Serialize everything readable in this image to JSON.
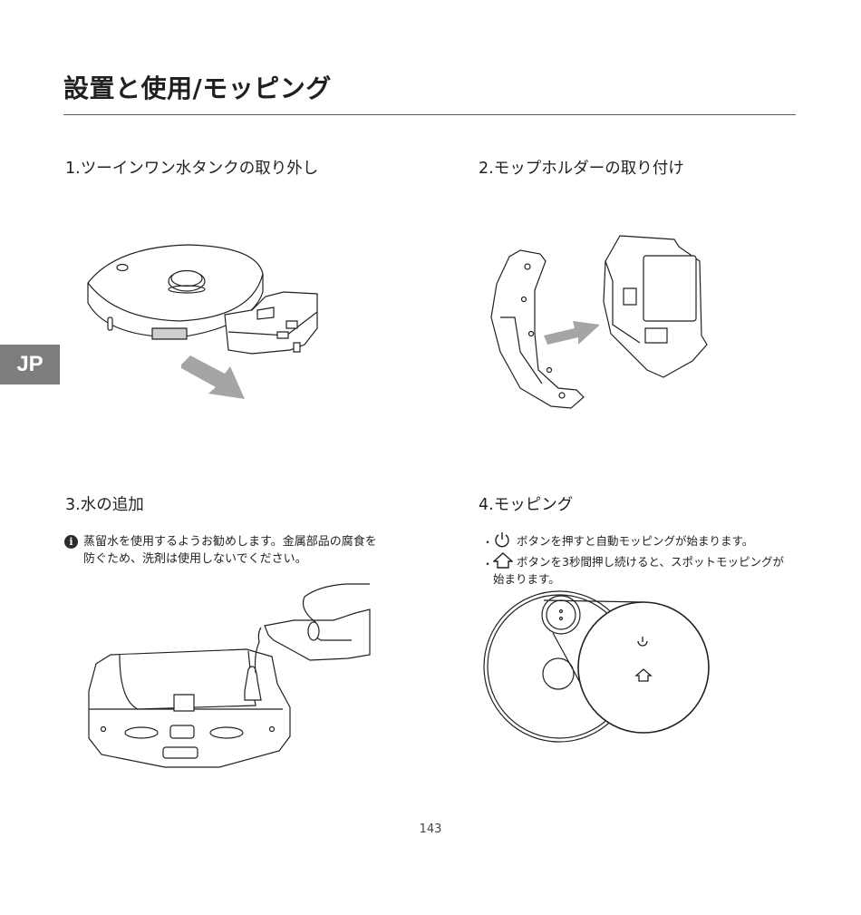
{
  "page": {
    "title": "設置と使用/モッピング",
    "lang_tab": "JP",
    "page_number": "143"
  },
  "sections": {
    "s1": {
      "heading": "1.ツーインワン水タンクの取り外し"
    },
    "s2": {
      "heading": "2.モップホルダーの取り付け"
    },
    "s3": {
      "heading": "3.水の追加",
      "note_icon": "info-icon",
      "note_line1": "蒸留水を使用するようお勧めします。金属部品の腐食を",
      "note_line2": "防ぐため、洗剤は使用しないでください。"
    },
    "s4": {
      "heading": "4.モッピング",
      "bullet1_icon": "power-icon",
      "bullet1_text": "ボタンを押すと自動モッピングが始まります。",
      "bullet2_icon": "home-icon",
      "bullet2_text_line1": "ボタンを3秒間押し続けると、スポットモッピングが",
      "bullet2_text_line2": "始まります。"
    }
  },
  "colors": {
    "lang_tab_bg": "#7d7d7d",
    "arrow_gray": "#a5a5a5",
    "line": "#231f20"
  }
}
